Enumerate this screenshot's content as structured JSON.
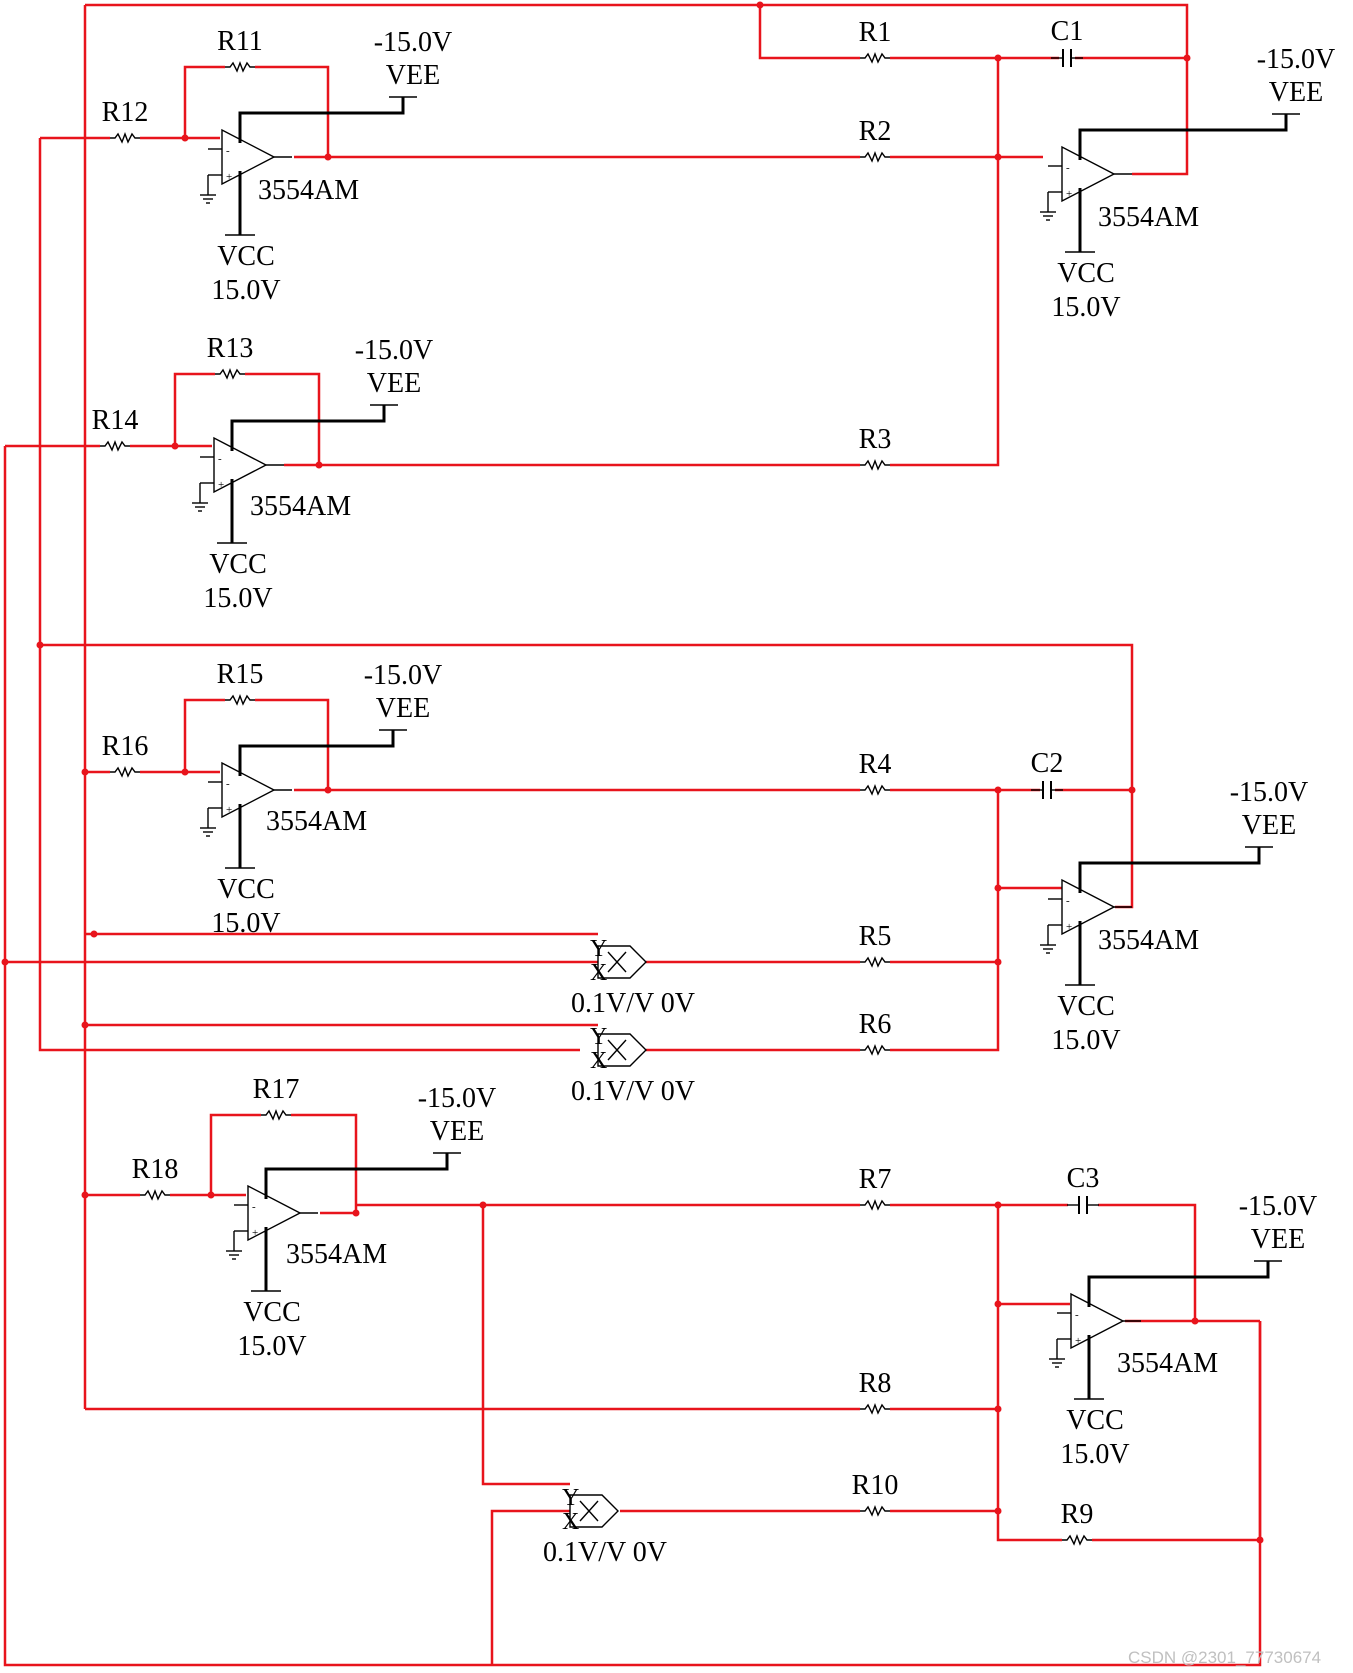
{
  "opamps": [
    {
      "model": "3554AM",
      "vee_value": "-15.0V",
      "vee_label": "VEE",
      "vcc_label": "VCC",
      "vcc_value": "15.0V"
    },
    {
      "model": "3554AM",
      "vee_value": "-15.0V",
      "vee_label": "VEE",
      "vcc_label": "VCC",
      "vcc_value": "15.0V"
    },
    {
      "model": "3554AM",
      "vee_value": "-15.0V",
      "vee_label": "VEE",
      "vcc_label": "VCC",
      "vcc_value": "15.0V"
    },
    {
      "model": "3554AM",
      "vee_value": "-15.0V",
      "vee_label": "VEE",
      "vcc_label": "VCC",
      "vcc_value": "15.0V"
    },
    {
      "model": "3554AM",
      "vee_value": "-15.0V",
      "vee_label": "VEE",
      "vcc_label": "VCC",
      "vcc_value": "15.0V"
    },
    {
      "model": "3554AM",
      "vee_value": "-15.0V",
      "vee_label": "VEE",
      "vcc_label": "VCC",
      "vcc_value": "15.0V"
    },
    {
      "model": "3554AM",
      "vee_value": "-15.0V",
      "vee_label": "VEE",
      "vcc_label": "VCC",
      "vcc_value": "15.0V"
    }
  ],
  "resistors": [
    "R1",
    "R2",
    "R3",
    "R4",
    "R5",
    "R6",
    "R7",
    "R8",
    "R9",
    "R10",
    "R11",
    "R12",
    "R13",
    "R14",
    "R15",
    "R16",
    "R17",
    "R18"
  ],
  "capacitors": [
    "C1",
    "C2",
    "C3"
  ],
  "multipliers": [
    {
      "y_label": "Y",
      "x_label": "X",
      "gain": "0.1V/V 0V"
    },
    {
      "y_label": "Y",
      "x_label": "X",
      "gain": "0.1V/V 0V"
    },
    {
      "y_label": "Y",
      "x_label": "X",
      "gain": "0.1V/V 0V"
    }
  ],
  "watermark": "CSDN @2301_77730674",
  "colors": {
    "wire": "#e8141c",
    "component": "#000000",
    "background": "#ffffff"
  }
}
